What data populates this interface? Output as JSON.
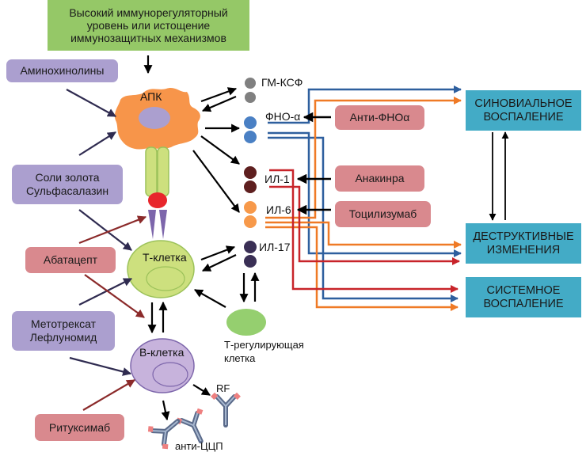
{
  "title_box": {
    "text": "Высокий иммунорегуляторный\nуровень или истощение\nиммунозащитных механизмов"
  },
  "drugs_left": [
    {
      "id": "aminoquinolines",
      "label": "Аминохинолины",
      "color": "#ab9fcf"
    },
    {
      "id": "gold-sulfasalazine",
      "label": "Соли золота\nСульфасалазин",
      "color": "#ab9fcf"
    },
    {
      "id": "abatacept",
      "label": "Абатацепт",
      "color": "#d9898e"
    },
    {
      "id": "methotrexate-leflunomide",
      "label": "Метотрексат\nЛефлуномид",
      "color": "#ab9fcf"
    },
    {
      "id": "rituximab",
      "label": "Ритуксимаб",
      "color": "#d9898e"
    }
  ],
  "drugs_right": [
    {
      "id": "anti-tnf",
      "label": "Анти-ФНОα",
      "color": "#d9898e"
    },
    {
      "id": "anakinra",
      "label": "Анакинра",
      "color": "#d9898e"
    },
    {
      "id": "tocilizumab",
      "label": "Тоцилизумаб",
      "color": "#d9898e"
    }
  ],
  "cells": {
    "apc": {
      "label": "АПК",
      "color": "#f7954a",
      "nucleus_color": "#ab9fcf"
    },
    "t_cell": {
      "label": "Т-клетка",
      "color": "#cde07e"
    },
    "b_cell": {
      "label": "В-клетка",
      "color": "#c7b3dc"
    },
    "t_reg": {
      "label": "Т-регулирующая\nклетка",
      "color": "#95cf6f"
    }
  },
  "cytokines": [
    {
      "id": "gm-csf",
      "label": "ГМ-КСФ",
      "color": "#808080"
    },
    {
      "id": "tnf-alpha",
      "label": "ФНО-α",
      "color": "#4a80c4"
    },
    {
      "id": "il-1",
      "label": "ИЛ-1",
      "color": "#5e1f1f"
    },
    {
      "id": "il-6",
      "label": "ИЛ-6",
      "color": "#f7994a"
    },
    {
      "id": "il-17",
      "label": "ИЛ-17",
      "color": "#3a2f55"
    }
  ],
  "outcomes": [
    {
      "id": "synovial",
      "label": "СИНОВИАЛЬНОЕ\nВОСПАЛЕНИЕ"
    },
    {
      "id": "destructive",
      "label": "ДЕСТРУКТИВНЫЕ\nИЗМЕНЕНИЯ"
    },
    {
      "id": "systemic",
      "label": "СИСТЕМНОЕ\nВОСПАЛЕНИЕ"
    }
  ],
  "antibodies": {
    "rf_label": "RF",
    "accp_label": "анти-ЦЦП"
  },
  "colors": {
    "outcome_box": "#43abc6",
    "line_blue": "#2e5f9e",
    "line_orange": "#ef7a26",
    "line_red": "#c8242a",
    "arrow_dark": "#2f2b50",
    "arrow_brown": "#8b2a2a",
    "mhc_red": "#e8262c",
    "tcr_purple": "#7d66ab"
  }
}
